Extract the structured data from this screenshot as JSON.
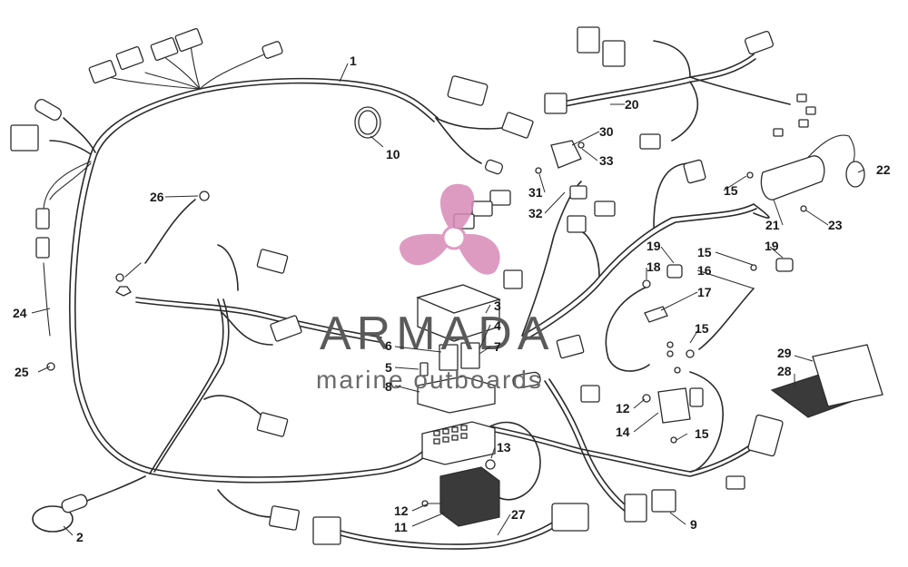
{
  "watermark": {
    "title": "ARMADA",
    "subtitle": "marine outboards",
    "logo_color": "#d98ab8",
    "text_color": "#5a5a5a"
  },
  "callouts": [
    "1",
    "2",
    "3",
    "4",
    "5",
    "6",
    "7",
    "8",
    "9",
    "10",
    "11",
    "12",
    "12",
    "13",
    "14",
    "15",
    "15",
    "15",
    "15",
    "16",
    "17",
    "18",
    "19",
    "19",
    "20",
    "21",
    "22",
    "23",
    "24",
    "25",
    "26",
    "27",
    "28",
    "29",
    "30",
    "31",
    "32",
    "33"
  ]
}
